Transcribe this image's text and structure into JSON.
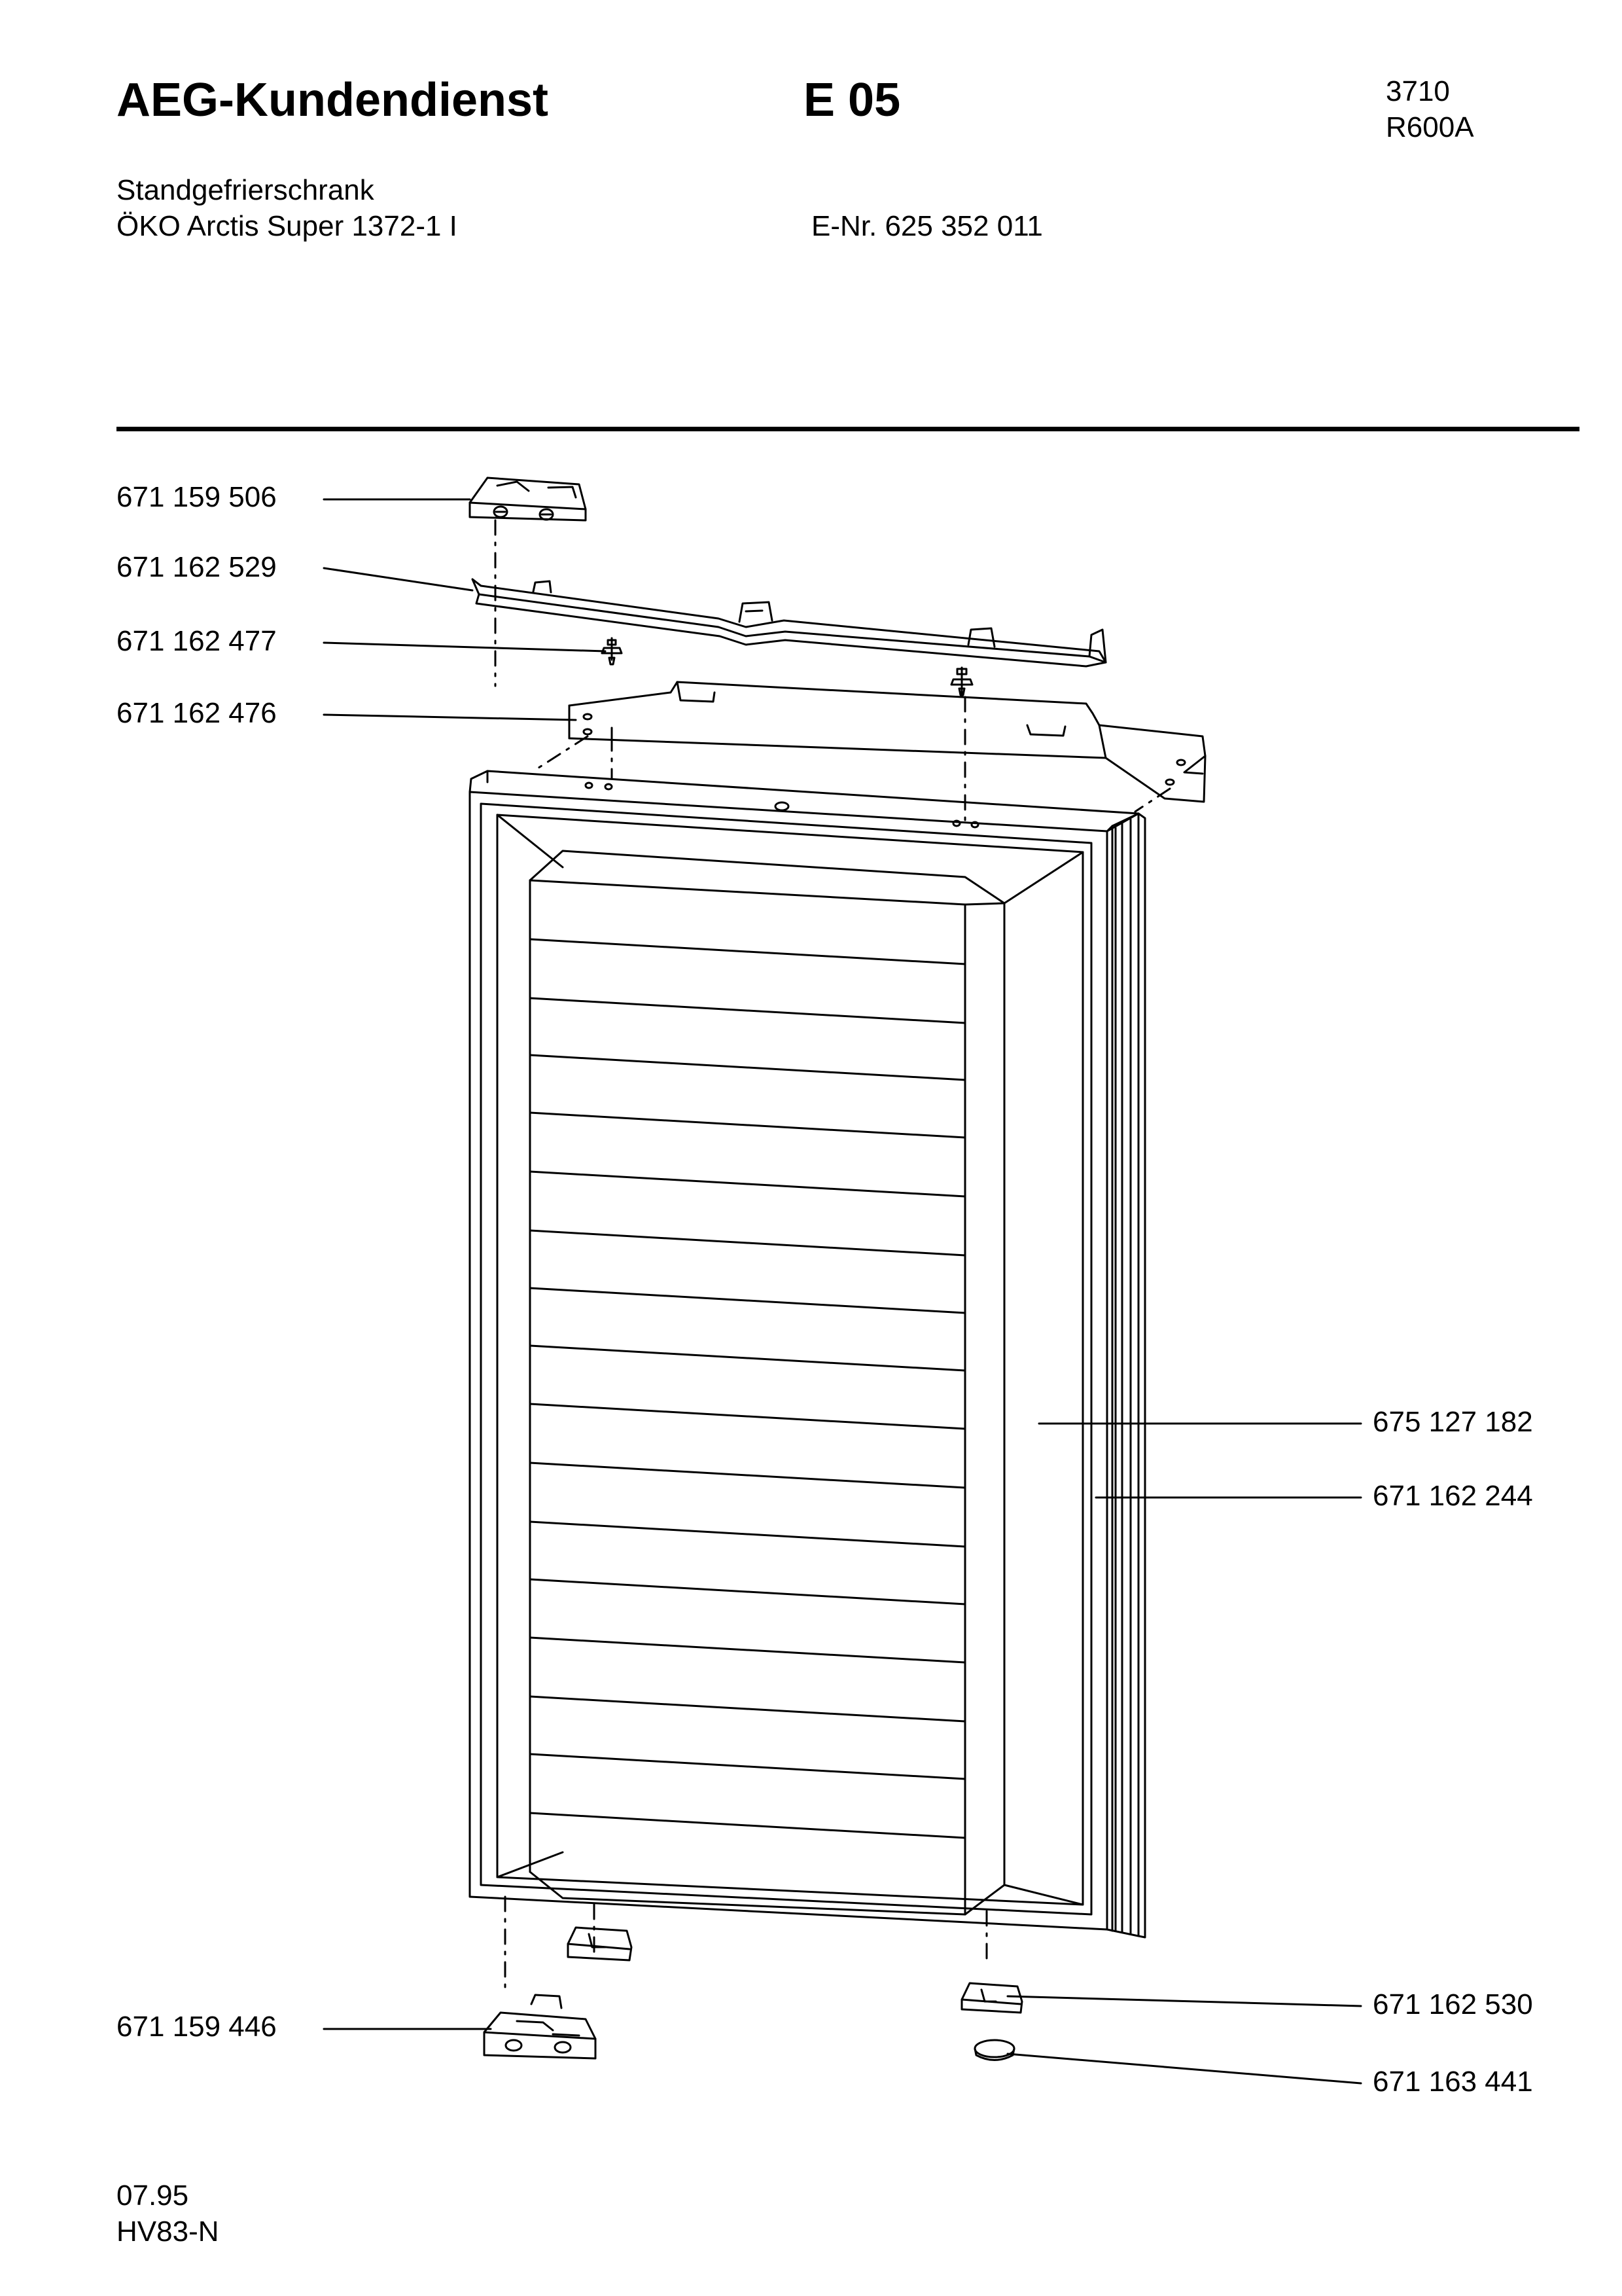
{
  "header": {
    "brand": "AEG-Kundendienst",
    "section": "E 05",
    "code_line1": "3710",
    "code_line2": "R600A",
    "appliance_type": "Standgefrierschrank",
    "model": "ÖKO Arctis Super 1372-1 I",
    "e_number": "E-Nr. 625 352 011"
  },
  "parts": {
    "upper_hinge": "671 159 506",
    "top_rail": "671 162 529",
    "hinge_pin_top": "671 162 477",
    "top_bracket": "671 162 476",
    "door_liner": "675 127 182",
    "door_seal": "671 162 244",
    "lower_hinge": "671 159 446",
    "bottom_bracket": "671 162 530",
    "foot_cap": "671 163 441"
  },
  "footer": {
    "date": "07.95",
    "doc_code": "HV83-N"
  }
}
